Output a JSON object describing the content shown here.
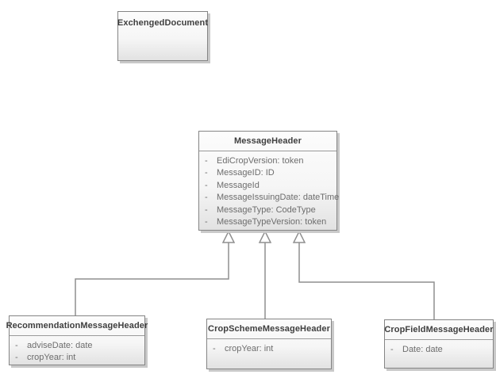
{
  "colors": {
    "background": "#ffffff",
    "box_border": "#858585",
    "box_fill_top": "#fcfcfc",
    "box_fill_bottom": "#e2e2e2",
    "title_text": "#3e3e3e",
    "attribute_text": "#6d6d6d",
    "connector": "#8f8f8f",
    "shadow": "#c9c9c9"
  },
  "classes": [
    {
      "name": "ExchengedDocument",
      "attributes": []
    },
    {
      "name": "MessageHeader",
      "attributes": [
        {
          "visibility": "-",
          "text": "EdiCropVersion: token"
        },
        {
          "visibility": "-",
          "text": "MessageID: ID"
        },
        {
          "visibility": "-",
          "text": "MessageId"
        },
        {
          "visibility": "-",
          "text": "MessageIssuingDate: dateTime"
        },
        {
          "visibility": "-",
          "text": "MessageType: CodeType"
        },
        {
          "visibility": "-",
          "text": "MessageTypeVersion: token"
        }
      ]
    },
    {
      "name": "RecommendationMessageHeader",
      "attributes": [
        {
          "visibility": "-",
          "text": "adviseDate: date"
        },
        {
          "visibility": "-",
          "text": "cropYear: int"
        }
      ]
    },
    {
      "name": "CropSchemeMessageHeader",
      "attributes": [
        {
          "visibility": "-",
          "text": "cropYear: int"
        }
      ]
    },
    {
      "name": "CropFieldMessageHeader",
      "attributes": [
        {
          "visibility": "-",
          "text": "Date: date"
        }
      ]
    }
  ],
  "relationships": [
    {
      "type": "generalization",
      "from": "RecommendationMessageHeader",
      "to": "MessageHeader"
    },
    {
      "type": "generalization",
      "from": "CropSchemeMessageHeader",
      "to": "MessageHeader"
    },
    {
      "type": "generalization",
      "from": "CropFieldMessageHeader",
      "to": "MessageHeader"
    }
  ]
}
